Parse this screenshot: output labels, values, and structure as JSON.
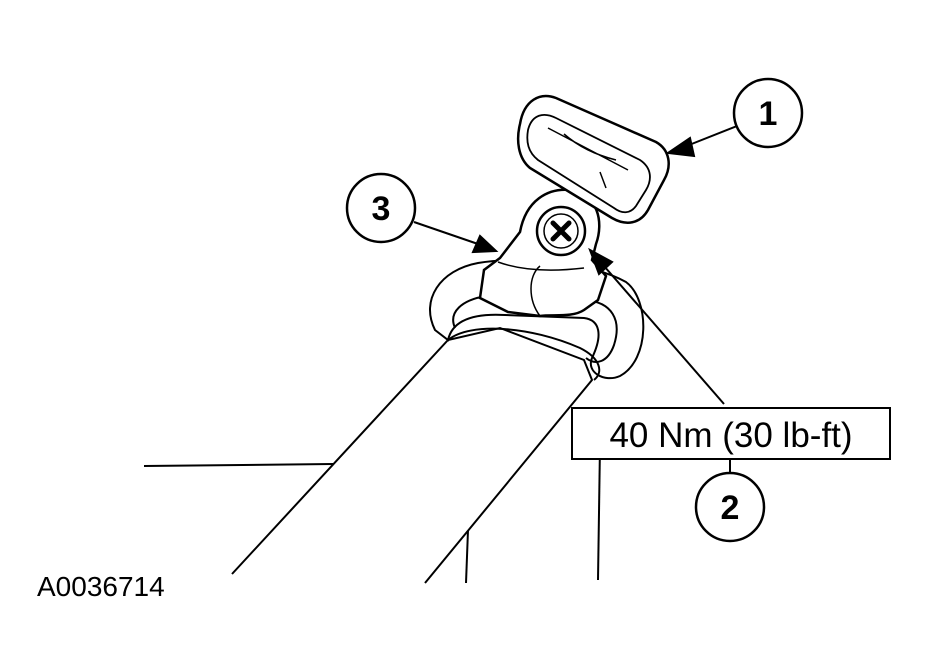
{
  "figure_id": "A0036714",
  "torque_spec": "40 Nm (30 lb-ft)",
  "callouts": [
    {
      "label": "1"
    },
    {
      "label": "2"
    },
    {
      "label": "3"
    }
  ]
}
